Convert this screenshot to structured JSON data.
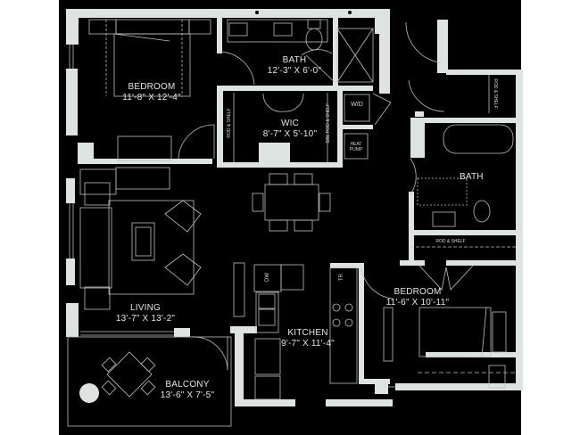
{
  "plan": {
    "colors": {
      "background": "#000000",
      "wall": "#dde3e1",
      "line": "#bfbfbf",
      "text": "#e6e6e6",
      "page": "#ffffff"
    },
    "rooms": [
      {
        "id": "bedroom-1",
        "name": "BEDROOM",
        "dims": "11'-8\" X 12'-4\""
      },
      {
        "id": "bath-1",
        "name": "BATH",
        "dims": "12'-3\" X 6'-0\""
      },
      {
        "id": "wic",
        "name": "WIC",
        "dims": "8'-7\" X 5'-10\""
      },
      {
        "id": "bath-2",
        "name": "BATH",
        "dims": ""
      },
      {
        "id": "living",
        "name": "LIVING",
        "dims": "13'-7\" X 13'-2\""
      },
      {
        "id": "kitchen",
        "name": "KITCHEN",
        "dims": "9'-7\" X 11'-4\""
      },
      {
        "id": "bedroom-2",
        "name": "BEDROOM",
        "dims": "11'-6\" X 10'-11\""
      },
      {
        "id": "balcony",
        "name": "BALCONY",
        "dims": "13'-6\" X 7'-5\""
      }
    ],
    "fixture_labels": {
      "wd": "W/D",
      "heat_pump_1": "HEAT",
      "heat_pump_2": "PUMP",
      "dw": "DW",
      "tr": "TR",
      "rod_shelf": "ROD & SHELF",
      "dbl_rod_shelf": "DBL ROD & SHELF"
    }
  }
}
